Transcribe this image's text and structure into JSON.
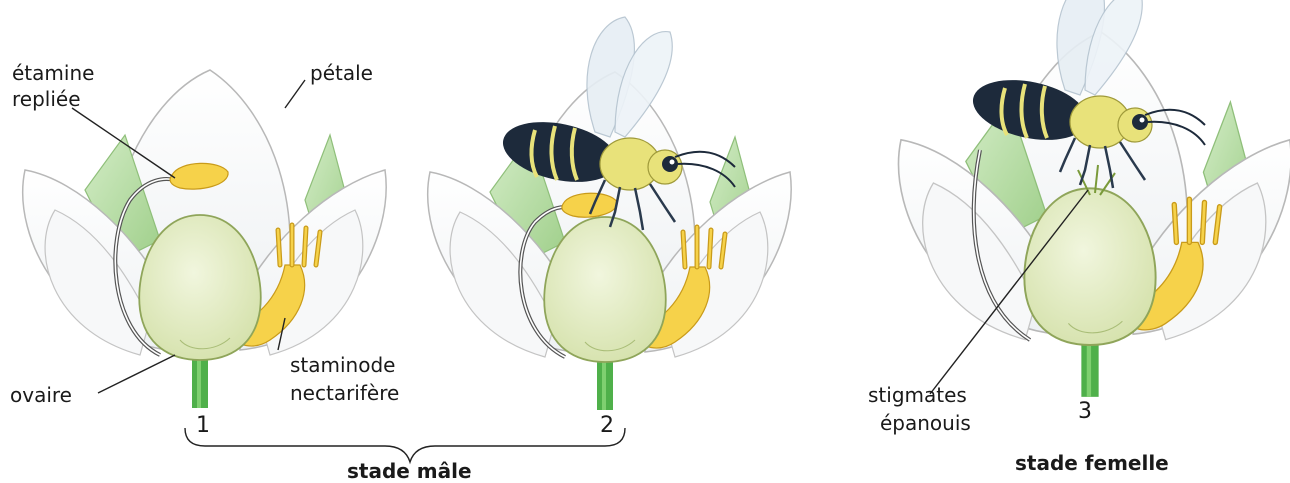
{
  "labels": {
    "etamine_line1": "étamine",
    "etamine_line2": "repliée",
    "petale": "pétale",
    "ovaire": "ovaire",
    "staminode_line1": "staminode",
    "staminode_line2": "nectarifère",
    "stigmates_line1": "stigmates",
    "stigmates_line2": "épanouis"
  },
  "stages": {
    "n1": "1",
    "n2": "2",
    "n3": "3",
    "male": "stade mâle",
    "femelle": "stade femelle"
  },
  "colors": {
    "petal_fill": "#ffffff",
    "petal_stroke": "#b8b8b8",
    "sepal_green": "#b9dca8",
    "ovary_fill": "#e7efcd",
    "ovary_stroke": "#8fa55a",
    "staminode_yellow": "#f6d24a",
    "stem_green": "#4fb04a",
    "bee_dark": "#1d2a3b",
    "bee_yellow": "#e8e27a"
  }
}
